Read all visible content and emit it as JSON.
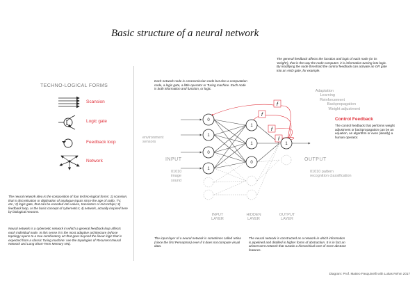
{
  "title": "Basic structure of a neural network",
  "forms": {
    "heading": "TECHNO-LOGICAL FORMS",
    "items": [
      {
        "label": "Scansion",
        "icon": "scansion-arrows-icon"
      },
      {
        "label": "Logic gate",
        "icon": "logic-gate-icon"
      },
      {
        "label": "Feedback loop",
        "icon": "feedback-loop-icon"
      },
      {
        "label": "Network",
        "icon": "network-icon"
      }
    ]
  },
  "left_text": {
    "p1": "The neural network idea is the composition of four techno-logical forms: 1) scansion, that is discretisation or digitisation of analogue inputs since the age of radio, TV, etc.; 2) logic gate, that can be encoded into valves, transistors or microchips; 3) feedback loop, or the basic concept of cybernetics; 4) network, actually inspired here by biological neurons.",
    "p2": "Neural network is a cybernetic network in which a general feedback loop affects each individual node. In this sense it is the most adaptive architecture (whose topology opens to a true combinatory art that goes beyond the linear logic that is expected from a classic Turing machine: see the topologies of Recurrent Neural Network and Long Short-Term Memory NN)."
  },
  "node_text": "Each network node is a transmission node but also a computation node, a logic gate, a little operator or Turing machine. Each node is both information and function, or logic.",
  "feedback_text": "The general feedback affects the function and logic of each node (or its 'weight'), that is the way the node computes: it is information turning into logic. By modifying the node threshold the control feedback can activate an OR gate into an AND gate, for example.",
  "adaptation_labels": [
    "Adaptation",
    "Learning",
    "Reinforcement",
    "Backpropagation",
    "Weight adjustment"
  ],
  "control": {
    "title": "Control Feedback",
    "text": "The control feedback that performs weight adjustment or backpropagation can be an equation, an algorithm or even (ideally) a human operator."
  },
  "network": {
    "environment_label": "environment sensors",
    "input_label": "INPUT",
    "input_sub": "01010 image sound",
    "output_label": "OUTPUT",
    "output_sub": "01010 pattern recognition classification",
    "input_values": [
      "0",
      "1",
      "0",
      "1"
    ],
    "hidden_values": [
      "1",
      "1",
      "0"
    ],
    "output_value": "1",
    "function_symbol": "f",
    "layer_labels": [
      "INPUT LAYER",
      "HIDDEN LAYER",
      "OUTPUT LAYER"
    ]
  },
  "bottom_input_text": "The input layer of a neural network is sometimes called retina (since the first Perceptron) even if it does not compute visual data.",
  "bottom_output_text": "The neural network is constructed as a network in which information is pipelined and distilled in higher forms of abstraction. It is in fact an arborescent network that sustain a hierarchical core of more abstract features.",
  "credit": "Diagram: Prof. Matteo Pasquinelli with Lukas Rehm 2017",
  "colors": {
    "accent_red": "#e0303a",
    "gray_text": "#9a9a9a",
    "node_stroke": "#222222"
  }
}
